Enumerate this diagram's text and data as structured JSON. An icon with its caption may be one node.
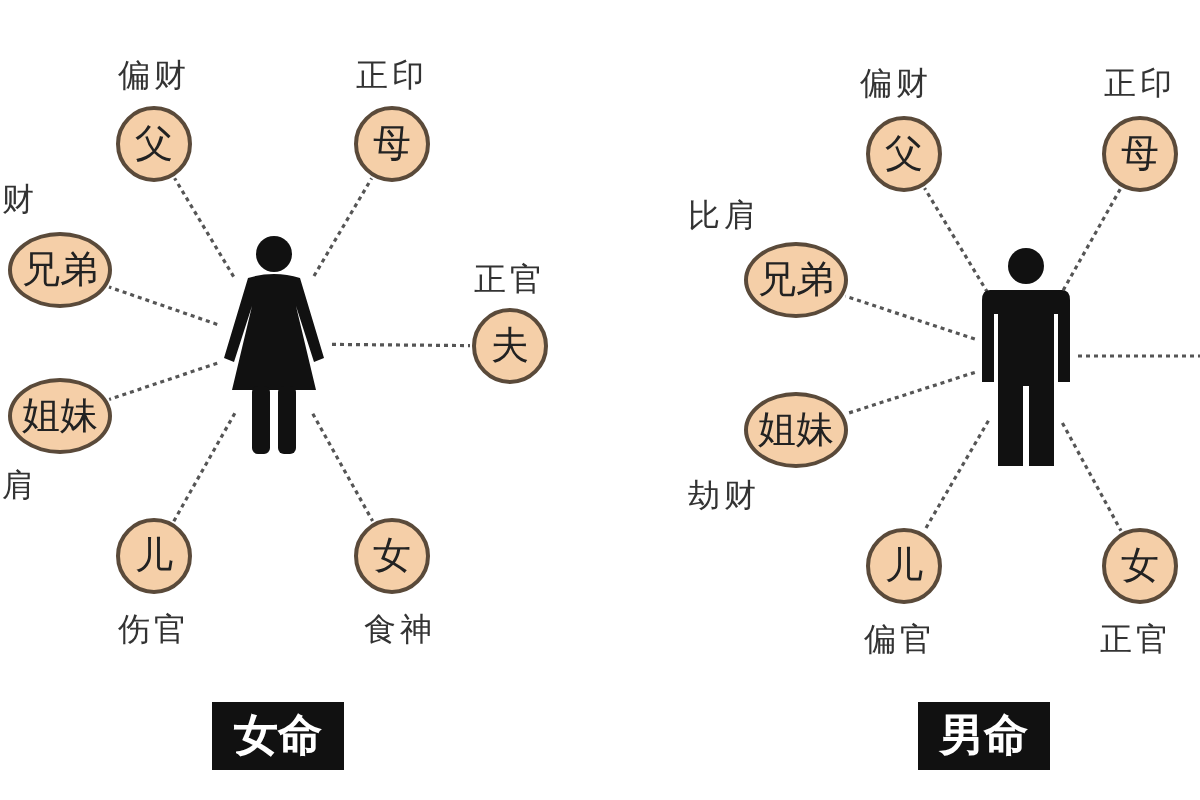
{
  "diagram": {
    "nodes": [
      {
        "text": [],
        "shape": "person"
      },
      {
        "text": [
          "父"
        ],
        "beside": [
          "偏财"
        ]
      },
      {
        "text": [
          "母"
        ],
        "beside": [
          "正印"
        ]
      },
      {
        "text": [
          "兄弟"
        ],
        "beside": [
          "财"
        ]
      },
      {
        "text": [
          "夫"
        ],
        "beside": [
          "正官"
        ]
      },
      {
        "text": [
          "姐妹"
        ],
        "beside": [
          "肩"
        ]
      },
      {
        "text": [
          "儿"
        ],
        "beside": [
          "伤官"
        ]
      },
      {
        "text": [
          "女"
        ],
        "beside": [
          "食神"
        ]
      },
      {
        "text": [
          "女命"
        ]
      },
      {
        "text": [],
        "shape": "person"
      },
      {
        "text": [
          "父"
        ],
        "beside": [
          "偏财"
        ]
      },
      {
        "text": [
          "母"
        ],
        "beside": [
          "正印"
        ]
      },
      {
        "text": [
          "兄弟"
        ],
        "beside": [
          "比肩"
        ]
      },
      {
        "text": [
          "姐妹"
        ],
        "beside": [
          "劫财"
        ]
      },
      {
        "text": [
          "儿"
        ],
        "beside": [
          "偏官"
        ]
      },
      {
        "text": [
          "女"
        ],
        "beside": [
          "正官"
        ]
      },
      {
        "text": [
          "男命"
        ]
      }
    ],
    "edges": [
      {
        "from": 0,
        "to": 1,
        "arrow": "none"
      },
      {
        "from": 0,
        "to": 2,
        "arrow": "none"
      },
      {
        "from": 0,
        "to": 3,
        "arrow": "none"
      },
      {
        "from": 0,
        "to": 4,
        "arrow": "none"
      },
      {
        "from": 0,
        "to": 5,
        "arrow": "none"
      },
      {
        "from": 0,
        "to": 6,
        "arrow": "none"
      },
      {
        "from": 0,
        "to": 7,
        "arrow": "none"
      },
      {
        "from": 9,
        "to": 10,
        "arrow": "none"
      },
      {
        "from": 9,
        "to": 11,
        "arrow": "none"
      },
      {
        "from": 9,
        "to": 12,
        "arrow": "none"
      },
      {
        "from": 9,
        "to": 13,
        "arrow": "none"
      },
      {
        "from": 9,
        "to": 14,
        "arrow": "none"
      },
      {
        "from": 9,
        "to": 15,
        "arrow": "none"
      },
      {
        "from": 9,
        "to": null,
        "arrow": "none"
      }
    ]
  }
}
